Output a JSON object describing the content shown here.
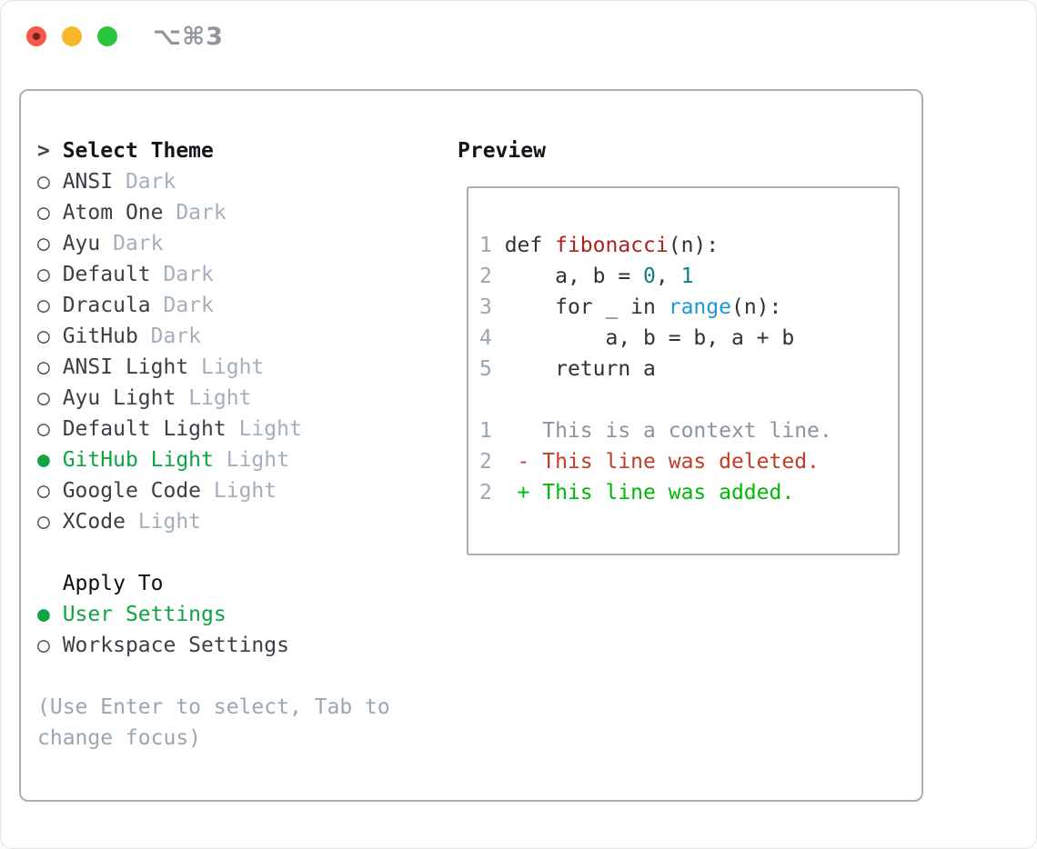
{
  "window": {
    "title": "⌥⌘3",
    "traffic_lights": [
      "close",
      "minimize",
      "zoom"
    ]
  },
  "theme_panel": {
    "prompt_marker": ">",
    "title": "Select Theme",
    "radio_unselected": "○",
    "radio_selected": "●",
    "themes": [
      {
        "label": "ANSI",
        "tag": "Dark",
        "selected": false
      },
      {
        "label": "Atom One",
        "tag": "Dark",
        "selected": false
      },
      {
        "label": "Ayu",
        "tag": "Dark",
        "selected": false
      },
      {
        "label": "Default",
        "tag": "Dark",
        "selected": false
      },
      {
        "label": "Dracula",
        "tag": "Dark",
        "selected": false
      },
      {
        "label": "GitHub",
        "tag": "Dark",
        "selected": false
      },
      {
        "label": "ANSI Light",
        "tag": "Light",
        "selected": false
      },
      {
        "label": "Ayu Light",
        "tag": "Light",
        "selected": false
      },
      {
        "label": "Default Light",
        "tag": "Light",
        "selected": false
      },
      {
        "label": "GitHub Light",
        "tag": "Light",
        "selected": true
      },
      {
        "label": "Google Code",
        "tag": "Light",
        "selected": false
      },
      {
        "label": "XCode",
        "tag": "Light",
        "selected": false
      }
    ],
    "apply_to": {
      "header": "Apply To",
      "options": [
        {
          "label": "User Settings",
          "selected": true
        },
        {
          "label": "Workspace Settings",
          "selected": false
        }
      ]
    },
    "hint": "(Use Enter to select, Tab to change focus)"
  },
  "preview": {
    "title": "Preview",
    "lines": [
      {
        "num": "1",
        "segments": [
          {
            "t": "def ",
            "c": "plain"
          },
          {
            "t": "fibonacci",
            "c": "func"
          },
          {
            "t": "(n):",
            "c": "plain"
          }
        ]
      },
      {
        "num": "2",
        "segments": [
          {
            "t": "    a, b = ",
            "c": "plain"
          },
          {
            "t": "0",
            "c": "number"
          },
          {
            "t": ", ",
            "c": "plain"
          },
          {
            "t": "1",
            "c": "number"
          }
        ]
      },
      {
        "num": "3",
        "segments": [
          {
            "t": "    for _ in ",
            "c": "plain"
          },
          {
            "t": "range",
            "c": "builtin"
          },
          {
            "t": "(n):",
            "c": "plain"
          }
        ]
      },
      {
        "num": "4",
        "segments": [
          {
            "t": "        a, b = b, a + b",
            "c": "plain"
          }
        ]
      },
      {
        "num": "5",
        "segments": [
          {
            "t": "    return a",
            "c": "plain"
          }
        ]
      },
      {
        "num": "",
        "segments": []
      },
      {
        "num": "1",
        "segments": [
          {
            "t": "   This is a context line.",
            "c": "context"
          }
        ]
      },
      {
        "num": "2",
        "segments": [
          {
            "t": " - This line was deleted.",
            "c": "deleted"
          }
        ]
      },
      {
        "num": "2",
        "segments": [
          {
            "t": " + This line was added.",
            "c": "added"
          }
        ]
      }
    ]
  },
  "colors": {
    "accent_green": "#0ea343",
    "added_green": "#00b807",
    "deleted_red": "#c23a28",
    "function_red": "#a9241f",
    "number_teal": "#0b7f81",
    "builtin_blue": "#1b97d9",
    "traffic_red": "#f4574b",
    "traffic_yellow": "#f9b82a",
    "traffic_green": "#2bc53d"
  }
}
